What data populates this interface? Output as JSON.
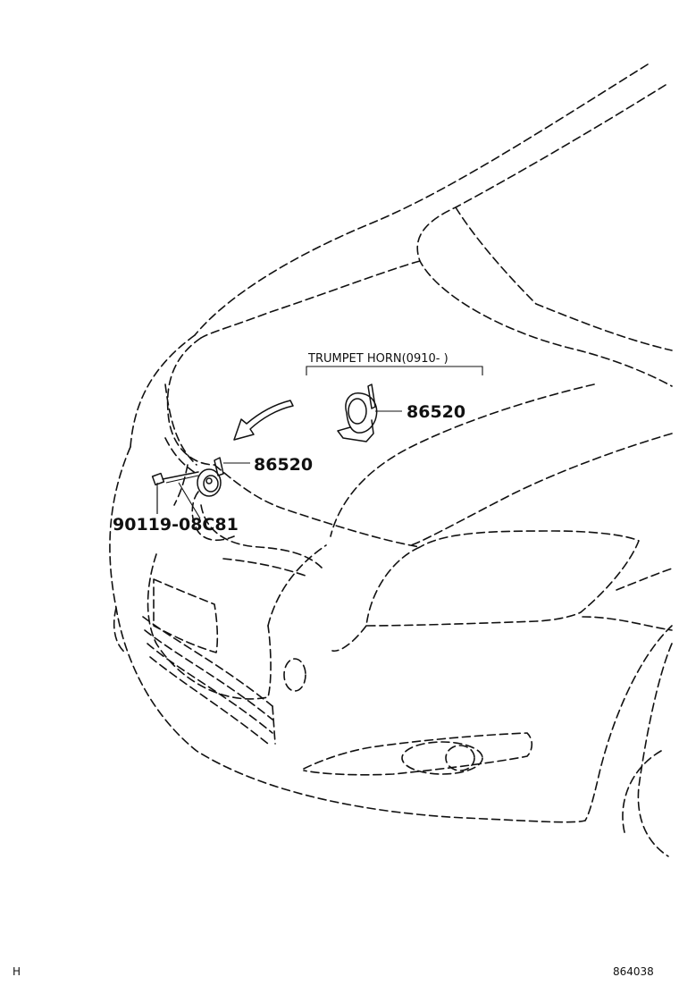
{
  "labels": {
    "trumpet_horn_note": "TRUMPET HORN(0910-     )",
    "horn_part_upper": "86520",
    "horn_part_lower": "86520",
    "bolt_part": "90119-08C81",
    "corner_left": "H",
    "corner_right": "864038"
  },
  "icons": {
    "direction_arrow": "curved-arrow-icon",
    "trumpet_horn": "trumpet-horn-icon",
    "disc_horn": "disc-horn-icon",
    "bolt": "bolt-icon"
  }
}
